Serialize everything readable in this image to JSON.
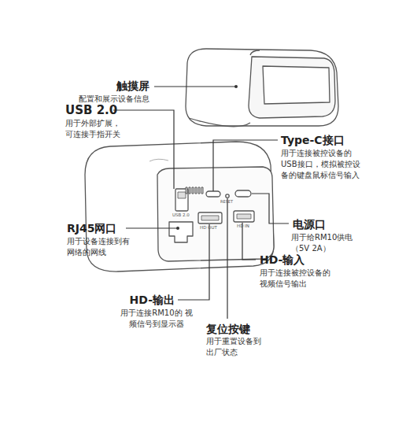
{
  "diagram": {
    "labels": [
      "触摸屏",
      "配置和展示设备信息",
      "USB 2.0",
      "用于外部扩展， 可连接手指开关",
      "Type-C接口",
      "用于连接被控设备的 USB接口，模拟被控设 备的键盘鼠标信号输入",
      "RJ45网口",
      "用于设备连接到有 网络的网线",
      "电源口",
      "用于给RM10供电 （5V 2A）",
      "HD-输入",
      "用于连接被控设备的 视频信号输出",
      "HD-输出",
      "用于连接RM10的 视频信号到显示器",
      "复位按键",
      "用于重置设备到 出厂状态",
      "USB 2.0",
      "RESET",
      "HD OUT",
      "HD IN"
    ]
  }
}
